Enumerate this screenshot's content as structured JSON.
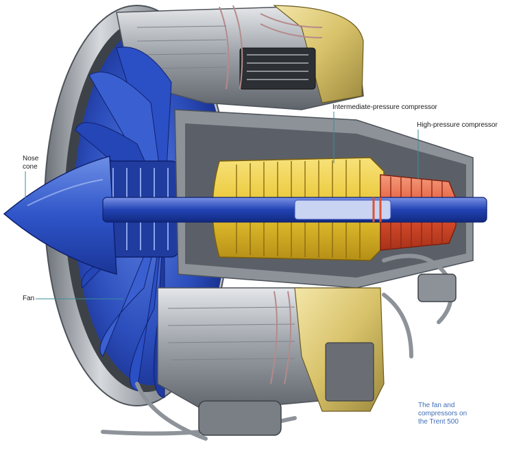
{
  "labels": {
    "nose_cone_line1": "Nose",
    "nose_cone_line2": "cone",
    "fan": "Fan",
    "intermediate_pressure_compressor": "Intermediate-pressure compressor",
    "high_pressure_compressor": "High-pressure compressor"
  },
  "caption": {
    "line1": "The fan and",
    "line2": "compressors on",
    "line3": "the Trent 500"
  },
  "colors": {
    "fan_blue": "#2e4fc0",
    "fan_dark": "#0d1f6e",
    "ipc_yellow": "#f0cf3a",
    "hpc_red": "#e0502e",
    "casing_grey": "#a9aeb5",
    "leader_teal": "#3a8e96",
    "caption_blue": "#3f6db4"
  }
}
